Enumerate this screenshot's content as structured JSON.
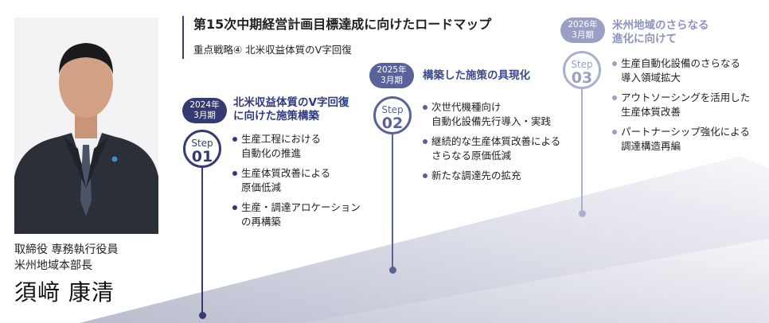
{
  "person": {
    "title_line1": "取締役 専務執行役員",
    "title_line2": "米州地域本部長",
    "name": "須﨑 康清"
  },
  "header": {
    "title": "第15次中期経営計画目標達成に向けたロードマップ",
    "subtitle": "重点戦略④ 北米収益体質のV字回復"
  },
  "steps": [
    {
      "date": [
        "2024年",
        "3月期"
      ],
      "label": "Step",
      "number": "01",
      "heading": [
        "北米収益体質のV字回復",
        "に向けた施策構築"
      ],
      "bullets": [
        [
          "生産工程における",
          "自動化の推進"
        ],
        [
          "生産体質改善による",
          "原価低減"
        ],
        [
          "生産・調達アロケーション",
          "の再構築"
        ]
      ]
    },
    {
      "date": [
        "2025年",
        "3月期"
      ],
      "label": "Step",
      "number": "02",
      "heading": [
        "構築した施策の具現化"
      ],
      "bullets": [
        [
          "次世代機種向け",
          "自動化設備先行導入・実践"
        ],
        [
          "継続的な生産体質改善による",
          "さらなる原価低減"
        ],
        [
          "新たな調達先の拡充"
        ]
      ]
    },
    {
      "date": [
        "2026年",
        "3月期"
      ],
      "label": "Step",
      "number": "03",
      "heading": [
        "米州地域のさらなる",
        "進化に向けて"
      ],
      "bullets": [
        [
          "生産自動化設備のさらなる",
          "導入領域拡大"
        ],
        [
          "アウトソーシングを活用した",
          "生産体質改善"
        ],
        [
          "パートナーシップ強化による",
          "調達構造再編"
        ]
      ]
    }
  ]
}
